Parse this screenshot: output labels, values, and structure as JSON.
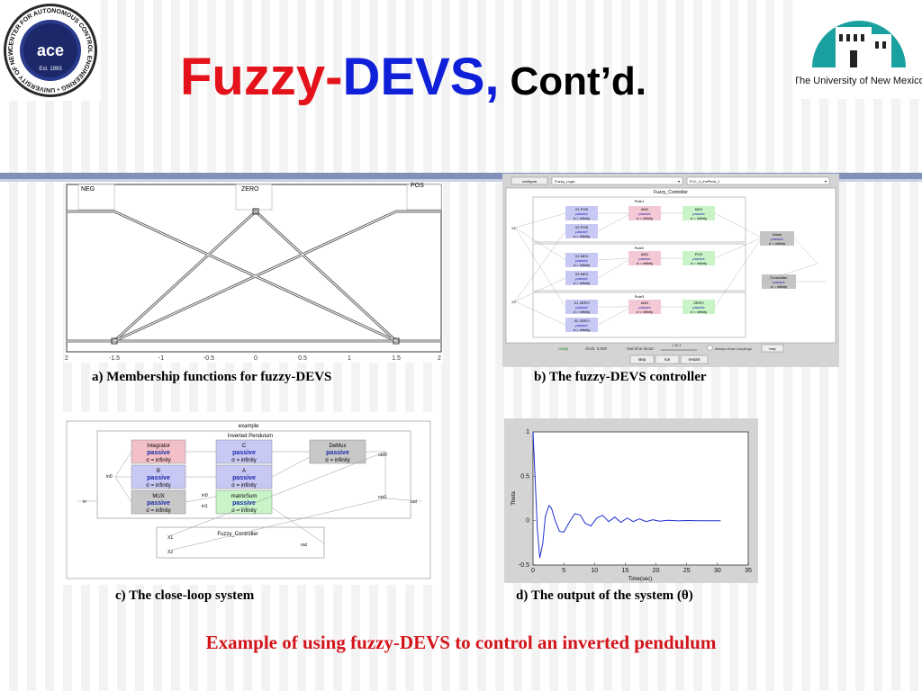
{
  "title": {
    "word1": "Fuzzy",
    "dash": "-",
    "word2": "DEVS,",
    "word3": "Cont’d."
  },
  "logos": {
    "left_ring_text": "CENTER FOR AUTONOMOUS CONTROL ENGINEERING • UNIVERSITY OF NEW MEXICO •",
    "left_center": "ace",
    "left_year": "Est. 1993",
    "right_text": "The University of New Mexico"
  },
  "panels": {
    "a": {
      "caption": "a) Membership functions for fuzzy-DEVS",
      "labels": [
        "NEG",
        "ZERO",
        "POS"
      ],
      "ticks": [
        "2",
        "-1.5",
        "-1",
        "-0.5",
        "0",
        "0.5",
        "1",
        "1.5",
        "2"
      ]
    },
    "b": {
      "caption": "b) The fuzzy-DEVS controller",
      "dropdowns": [
        "Fuzzy_Logic",
        "FLC_4_InvPend_1"
      ],
      "top_button": "configure",
      "title": "Fuzzy_Controller",
      "rules": [
        "Rule1",
        "Rule2",
        "Rule3"
      ],
      "state": "passive",
      "sigma": "σ = infinity",
      "x_inputs": [
        "X1 POS",
        "X2 POS",
        "X1 NEG",
        "X2 NEG",
        "X1 ZERO",
        "X2 ZERO"
      ],
      "and_label": "AND",
      "outputs": [
        "NEG",
        "POS",
        "ZERO"
      ],
      "union": "Union",
      "defuzz": "Defuzzifier",
      "status": "ready",
      "clock": "clock: 0.000",
      "rtf": "real time factor:",
      "rtf_val": "1.0E-4",
      "show": "always show couplings",
      "help": "help",
      "buttons": [
        "step",
        "run",
        "restart"
      ]
    },
    "c": {
      "caption": "c) The close-loop system",
      "title": "example",
      "subtitle": "Inverted Pendulum",
      "blocks": [
        {
          "name": "Integrator",
          "state": "passive",
          "sigma": "σ = infinity"
        },
        {
          "name": "C",
          "state": "passive",
          "sigma": "σ = infinity"
        },
        {
          "name": "DeMux",
          "state": "passive",
          "sigma": "σ = infinity"
        },
        {
          "name": "B",
          "state": "passive",
          "sigma": "σ = infinity"
        },
        {
          "name": "A",
          "state": "passive",
          "sigma": "σ = infinity"
        },
        {
          "name": "MUX",
          "state": "passive",
          "sigma": "σ = infinity"
        },
        {
          "name": "matrixSum",
          "state": "passive",
          "sigma": "σ = infinity"
        }
      ],
      "controller": "Fuzzy_Controller",
      "ports": [
        "in",
        "out",
        "in0",
        "in1",
        "out0",
        "out1",
        "X1",
        "X2"
      ]
    },
    "d": {
      "caption": "d) The output of the system (θ)",
      "ylabel": "Theta",
      "xlabel": "Time(sec)",
      "xticks": [
        "0",
        "5",
        "10",
        "15",
        "20",
        "25",
        "30",
        "35"
      ],
      "yticks": [
        "1",
        "0.5",
        "0",
        "-0.5"
      ]
    }
  },
  "bottom_caption": "Example of using fuzzy-DEVS to control an inverted pendulum",
  "colors": {
    "title_red": "#e4121b",
    "title_blue": "#1020d8",
    "caption_red": "#d4141b",
    "plot_line": "#2030d0"
  },
  "chart_data": {
    "type": "line",
    "title": "",
    "xlabel": "Time(sec)",
    "ylabel": "Theta",
    "xlim": [
      0,
      35
    ],
    "ylim": [
      -0.5,
      1
    ],
    "series": [
      {
        "x": [
          0,
          0.3,
          0.7,
          1.1,
          1.6,
          2.0,
          2.6,
          3.0,
          3.6,
          4.3,
          5.0,
          5.8,
          6.8,
          7.7,
          8.5,
          9.4,
          10.4,
          11.3,
          12.3,
          13.3,
          14.3,
          15.3,
          16.3,
          17.3,
          18.4,
          19.5,
          20.6,
          22,
          23.5,
          25,
          27,
          29,
          30.5
        ],
        "y": [
          1,
          0.55,
          -0.1,
          -0.42,
          -0.25,
          0.05,
          0.17,
          0.14,
          0.0,
          -0.12,
          -0.13,
          -0.03,
          0.08,
          0.06,
          -0.03,
          -0.06,
          0.03,
          0.06,
          -0.01,
          0.04,
          -0.02,
          0.03,
          -0.01,
          0.02,
          -0.01,
          0.01,
          -0.005,
          0.005,
          -0.002,
          0.002,
          0,
          0,
          0
        ]
      }
    ],
    "grid": false
  }
}
